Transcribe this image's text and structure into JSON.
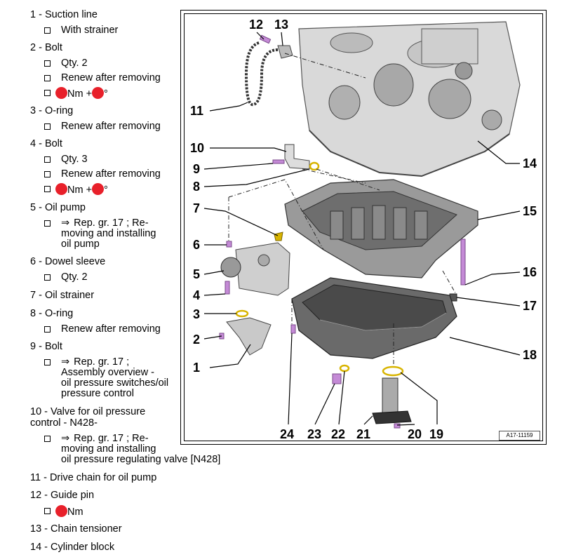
{
  "legend": {
    "i1": {
      "title": "1 - Suction line",
      "n1": "With strainer"
    },
    "i2": {
      "title": "2 - Bolt",
      "n1": "Qty. 2",
      "n2": "Renew after removing",
      "n3a": "Nm +",
      "n3b": "°"
    },
    "i3": {
      "title": "3 - O-ring",
      "n1": "Renew after removing"
    },
    "i4": {
      "title": "4 - Bolt",
      "n1": "Qty. 3",
      "n2": "Renew after removing",
      "n3a": "Nm +",
      "n3b": "°"
    },
    "i5": {
      "title": "5 - Oil pump",
      "arrow": "⇒",
      "l1": "Rep. gr. 17 ; Re-",
      "l2": "moving and installing",
      "l3": "oil pump"
    },
    "i6": {
      "title": "6 - Dowel sleeve",
      "n1": "Qty. 2"
    },
    "i7": {
      "title": "7 - Oil strainer"
    },
    "i8": {
      "title": "8 - O-ring",
      "n1": "Renew after removing"
    },
    "i9": {
      "title": "9 - Bolt",
      "arrow": "⇒",
      "l1": "Rep. gr. 17 ;",
      "l2": "Assembly overview -",
      "l3": "oil pressure switches/oil",
      "l4": "pressure control"
    },
    "i10": {
      "title1": "10 - Valve for oil pressure",
      "title2": "control - N428-",
      "arrow": "⇒",
      "l1": "Rep. gr. 17 ; Re-",
      "l2": "moving and installing",
      "l3": "oil pressure regulating valve [N428]"
    },
    "i11": {
      "title": "11 - Drive chain for oil pump"
    },
    "i12": {
      "title": "12 - Guide pin",
      "n1": "Nm"
    },
    "i13": {
      "title": "13 - Chain tensioner"
    },
    "i14": {
      "title": "14 - Cylinder block"
    }
  },
  "figure": {
    "callouts": [
      "1",
      "2",
      "3",
      "4",
      "5",
      "6",
      "7",
      "8",
      "9",
      "10",
      "11",
      "12",
      "13",
      "14",
      "15",
      "16",
      "17",
      "18",
      "19",
      "20",
      "21",
      "22",
      "23",
      "24"
    ],
    "figure_id": "A17-11159"
  },
  "colors": {
    "torque_dot": "#e8202a",
    "oring": "#d8b400",
    "bolt": "#c48ad6"
  }
}
